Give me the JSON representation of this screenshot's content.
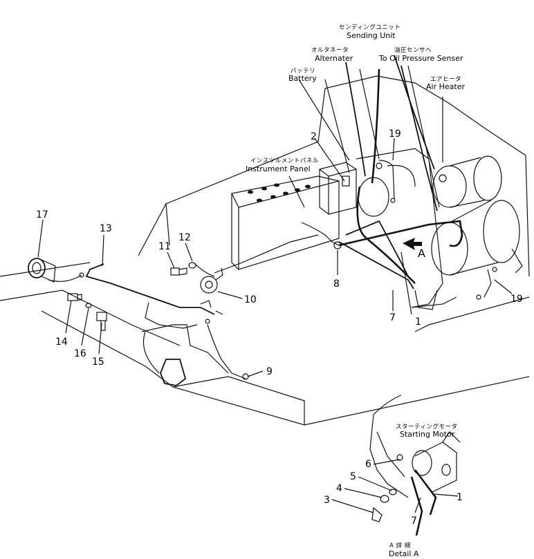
{
  "labels": {
    "sending_unit_jp": "センディングユニット",
    "sending_unit_en": "Sending Unit",
    "alternater_jp": "オルタネータ",
    "alternater_en": "Alternater",
    "oil_sensor_jp": "油圧センサへ",
    "oil_sensor_en": "To Oil Pressure Senser",
    "battery_jp": "バッテリ",
    "battery_en": "Battery",
    "air_heater_jp": "エアヒータ",
    "air_heater_en": "Air Heater",
    "instrument_panel_jp": "インスツルメントパネル",
    "instrument_panel_en": "Instrument Panel",
    "starting_motor_jp": "スターティングモータ",
    "starting_motor_en": "Starting Motor",
    "detail_jp": "A 詳 細",
    "detail_en": "Detail A",
    "view_arrow": "A"
  },
  "callouts": {
    "c1": "1",
    "c1b": "1",
    "c2": "2",
    "c3": "3",
    "c4": "4",
    "c5": "5",
    "c6": "6",
    "c7": "7",
    "c7b": "7",
    "c8": "8",
    "c9": "9",
    "c10": "10",
    "c11": "11",
    "c12": "12",
    "c13": "13",
    "c14": "14",
    "c15": "15",
    "c16": "16",
    "c17": "17",
    "c19": "19",
    "c19b": "19"
  }
}
